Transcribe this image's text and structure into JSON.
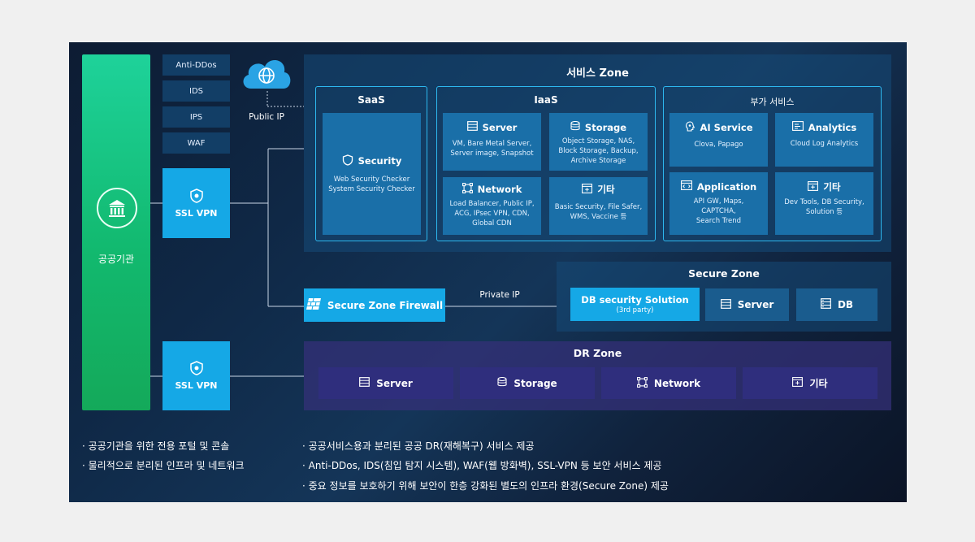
{
  "left": {
    "org_label": "공공기관",
    "security_boxes": [
      "Anti-DDos",
      "IDS",
      "IPS",
      "WAF"
    ],
    "public_ip_label": "Public IP",
    "ssl_vpn_top": "SSL VPN",
    "ssl_vpn_bottom": "SSL VPN",
    "firewall_label": "Secure Zone Firewall",
    "private_ip_label": "Private IP"
  },
  "service_zone": {
    "title": "서비스 Zone",
    "saas": {
      "title": "SaaS",
      "card_title": "Security",
      "card_desc": [
        "Web Security Checker",
        "System Security Checker"
      ]
    },
    "iaas": {
      "title": "IaaS",
      "cards": [
        {
          "title": "Server",
          "desc": [
            "VM, Bare Metal Server,",
            "Server image, Snapshot"
          ],
          "icon": "server-icon"
        },
        {
          "title": "Storage",
          "desc": [
            "Object Storage, NAS,",
            "Block Storage, Backup,",
            "Archive Storage"
          ],
          "icon": "storage-icon"
        },
        {
          "title": "Network",
          "desc": [
            "Load Balancer, Public IP,",
            "ACG, IPsec VPN, CDN,",
            "Global CDN"
          ],
          "icon": "network-icon"
        },
        {
          "title": "기타",
          "desc": [
            "Basic Security, File Safer,",
            "WMS, Vaccine 등"
          ],
          "icon": "etc-icon"
        }
      ]
    },
    "addon": {
      "title": "부가 서비스",
      "cards": [
        {
          "title": "AI Service",
          "desc": [
            "Clova, Papago"
          ],
          "icon": "ai-icon"
        },
        {
          "title": "Analytics",
          "desc": [
            "Cloud Log Analytics"
          ],
          "icon": "analytics-icon"
        },
        {
          "title": "Application",
          "desc": [
            "API GW, Maps,",
            "CAPTCHA,",
            "Search Trend"
          ],
          "icon": "application-icon"
        },
        {
          "title": "기타",
          "desc": [
            "Dev Tools, DB Security,",
            "Solution 등"
          ],
          "icon": "etc-icon"
        }
      ]
    }
  },
  "secure_zone": {
    "title": "Secure Zone",
    "db_solution": "DB security Solution",
    "db_solution_sub": "(3rd party)",
    "server": "Server",
    "db": "DB"
  },
  "dr_zone": {
    "title": "DR Zone",
    "items": [
      "Server",
      "Storage",
      "Network",
      "기타"
    ]
  },
  "notes": {
    "left": [
      "· 공공기관을 위한 전용 포털 및 콘솔",
      "· 물리적으로 분리된 인프라 및 네트워크"
    ],
    "right": [
      "· 공공서비스용과 분리된 공공 DR(재해복구) 서비스 제공",
      "· Anti-DDos, IDS(침입 탐지 시스템), WAF(웹 방화벽), SSL-VPN 등 보안 서비스 제공",
      "· 중요 정보를 보호하기 위해 보안이 한층 강화된 별도의 인프라 환경(Secure Zone) 제공"
    ]
  }
}
